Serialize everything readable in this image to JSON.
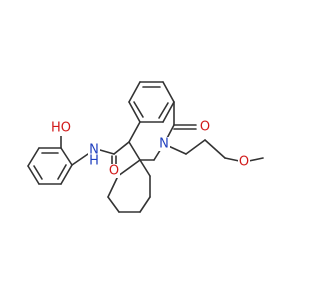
{
  "labels": {
    "ho": "HO",
    "nh": "N",
    "h_on_nh": "H",
    "n_ring": "N",
    "o_ring_carbonyl": "O",
    "o_amide_carbonyl": "O",
    "o_methoxy": "O"
  },
  "colors": {
    "bond": "#333333",
    "oxygen": "#d11919",
    "nitrogen": "#1f3fbf",
    "background": "#ffffff"
  }
}
